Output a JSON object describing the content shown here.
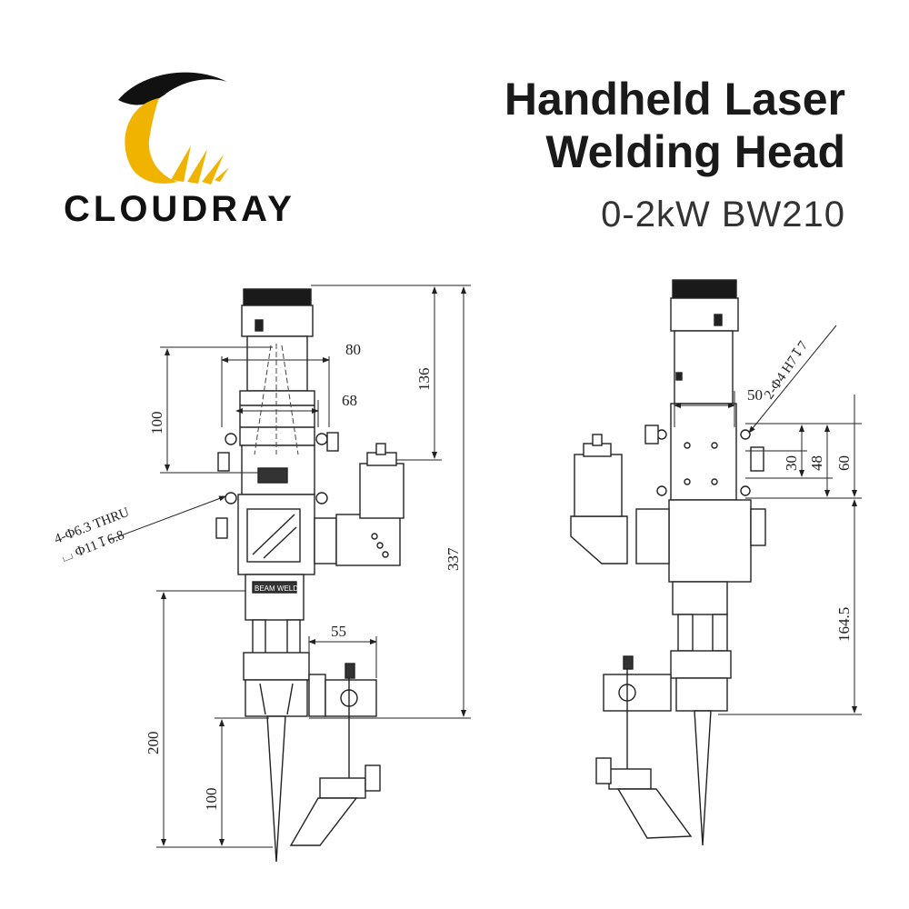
{
  "brand": {
    "name": "CLOUDRAY",
    "colors": {
      "arc": "#111111",
      "gold": "#f0b400"
    }
  },
  "header": {
    "title_line1": "Handheld Laser",
    "title_line2": "Welding Head",
    "subtitle": "0-2kW  BW210"
  },
  "front_view": {
    "dims": {
      "width_top": "80",
      "width_inner": "68",
      "height_upper": "100",
      "height_to_port": "136",
      "total_height": "337",
      "nozzle_offset": "55",
      "lower_height": "200",
      "tip_height": "100"
    },
    "hole_note_line1": "4-Φ6.3 THRU",
    "hole_note_line2": "⌴ Φ11↧6.8",
    "label_plate": "BEAM WELD"
  },
  "side_view": {
    "dims": {
      "hole_spacing": "50",
      "vert_30": "30",
      "vert_48": "48",
      "vert_60": "60",
      "lower_height": "164.5"
    },
    "hole_note": "2-Φ4 H7↧7"
  }
}
